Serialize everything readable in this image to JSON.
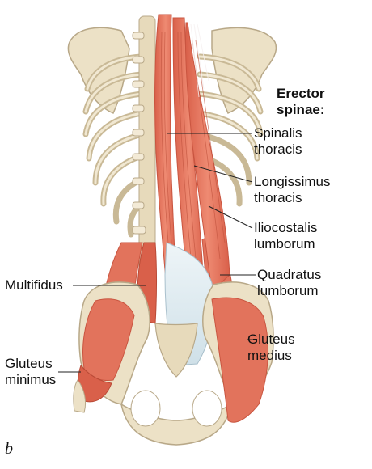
{
  "figure": {
    "panel_letter": "b",
    "heading": [
      "Erector",
      "spinae:"
    ],
    "labels": {
      "spinalis_thoracis": [
        "Spinalis",
        "thoracis"
      ],
      "longissimus_thoracis": [
        "Longissimus",
        "thoracis"
      ],
      "iliocostalis_lumborum": [
        "Iliocostalis",
        "lumborum"
      ],
      "quadratus_lumborum": [
        "Quadratus",
        "lumborum"
      ],
      "multifidus": [
        "Multifidus"
      ],
      "gluteus_medius": [
        "Gluteus",
        "medius"
      ],
      "gluteus_minimus": [
        "Gluteus",
        "minimus"
      ]
    }
  },
  "colors": {
    "bone": "#ece1c6",
    "bone_outline": "#b8a888",
    "muscle": "#e2735c",
    "muscle_dark": "#c95540",
    "muscle_light": "#f0a08a",
    "fascia": "#dce9ef",
    "leader_line": "#222222"
  }
}
